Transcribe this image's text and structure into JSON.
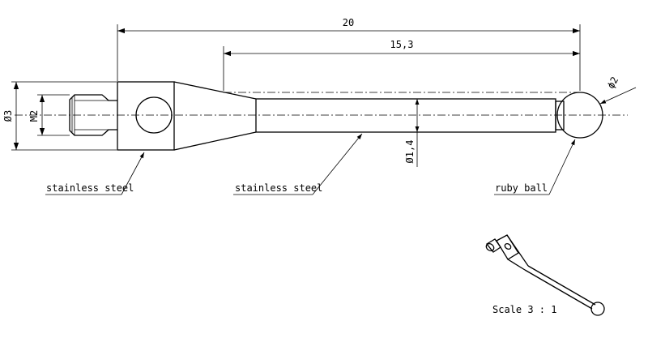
{
  "dimensions": {
    "overall_length": "20",
    "shaft_length": "15,3",
    "ball_diameter": "ϕ2",
    "body_diameter": "Ø3",
    "thread": "M2",
    "stem_diameter": "Ø1,4"
  },
  "callouts": {
    "body_material": "stainless steel",
    "stem_material": "stainless steel",
    "tip_material": "ruby ball"
  },
  "inset": {
    "scale_label": "Scale 3 : 1"
  }
}
